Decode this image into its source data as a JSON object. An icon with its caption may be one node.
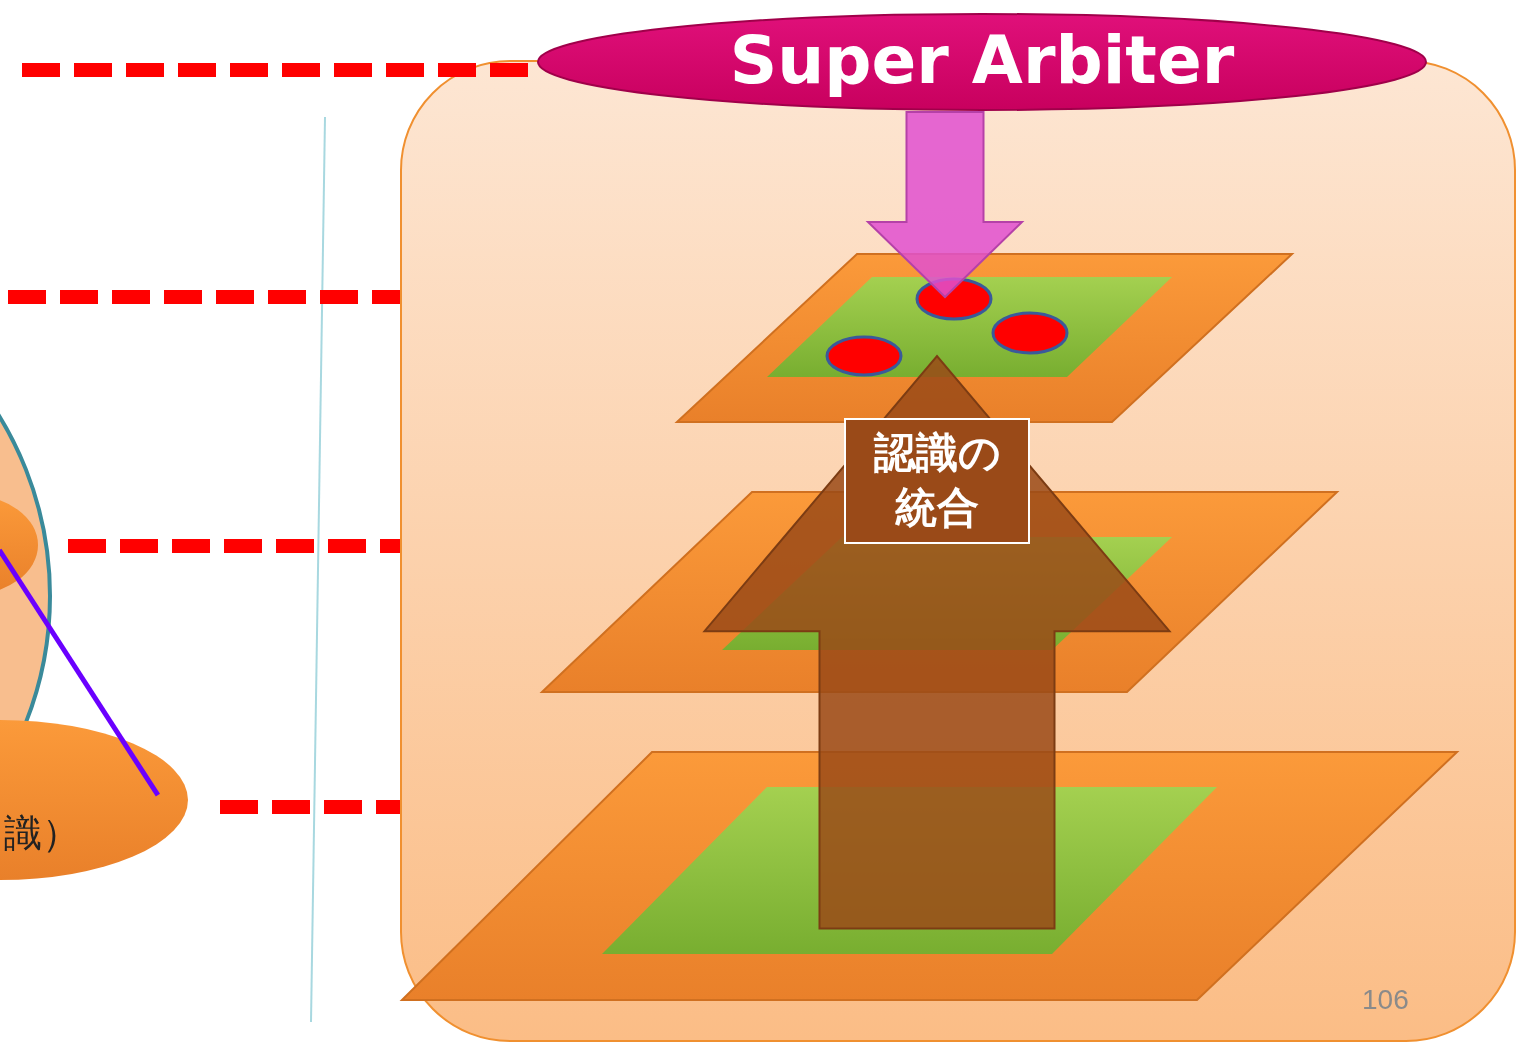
{
  "diagram": {
    "nodes": [
      {
        "text": [
          "Super Arbiter"
        ]
      },
      {
        "text": [],
        "shape": "box"
      },
      {
        "text": [],
        "shape": "circle"
      },
      {
        "text": [],
        "shape": "ellipse",
        "in": 2
      },
      {
        "text": [
          "識）"
        ]
      },
      {
        "text": [],
        "shape": "parallelogram",
        "in": 1
      },
      {
        "text": [],
        "shape": "parallelogram",
        "in": 1
      },
      {
        "text": [],
        "shape": "parallelogram",
        "in": 1
      },
      {
        "text": [],
        "shape": "circle",
        "in": 5
      },
      {
        "text": [],
        "shape": "circle",
        "in": 5
      },
      {
        "text": [],
        "shape": "circle",
        "in": 5
      }
    ],
    "edges": [
      {
        "from": null,
        "to": 0,
        "arrow": "none",
        "style": "dashed",
        "color": "#ff0000"
      },
      {
        "from": 0,
        "to": 9,
        "arrow": "to",
        "style": "thick",
        "color": "#e050d0"
      },
      {
        "from": 7,
        "to": 5,
        "arrow": "to",
        "style": "thick",
        "color": "#9a4a18",
        "label": "認識の統合"
      },
      {
        "from": 3,
        "to": 4,
        "arrow": "none",
        "color": "#6a00ff"
      }
    ],
    "labels": [
      "106"
    ]
  }
}
